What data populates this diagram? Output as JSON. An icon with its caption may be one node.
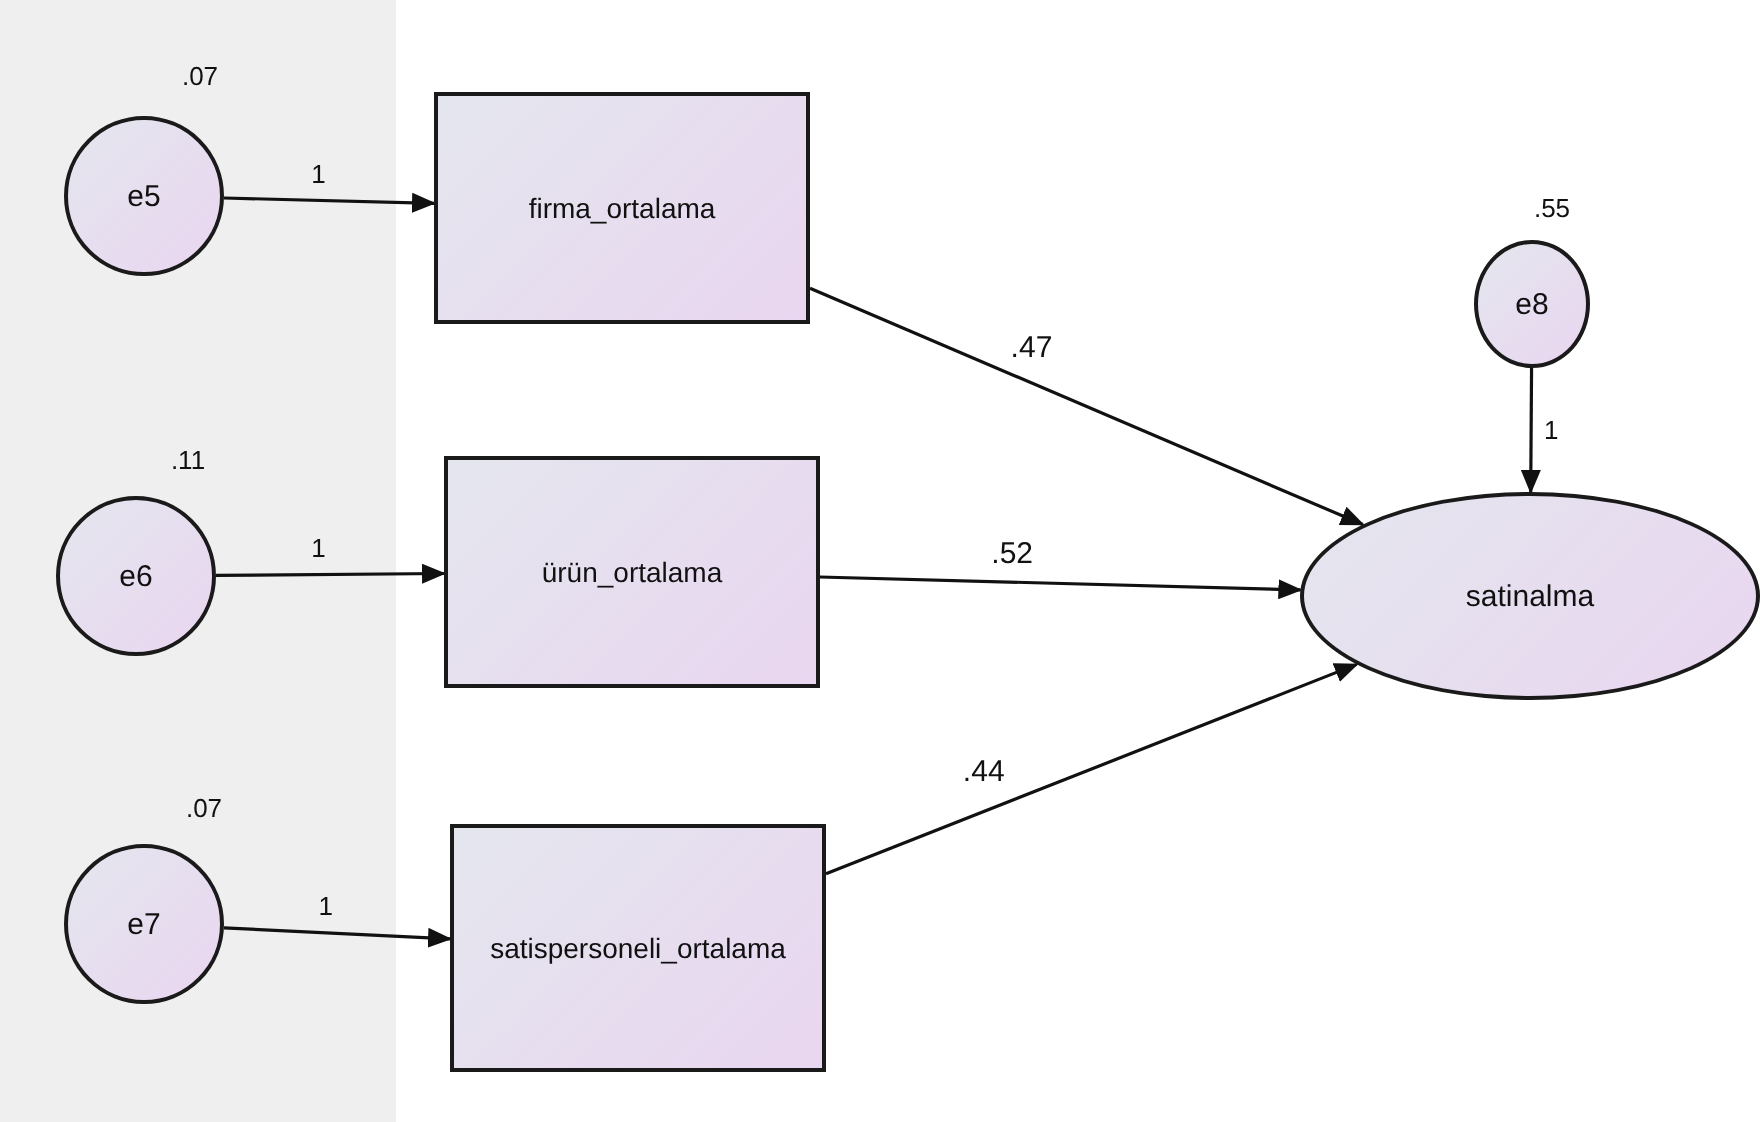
{
  "diagram": {
    "nodes": [
      {
        "text": [
          "e5"
        ],
        "beside": [
          ".07"
        ]
      },
      {
        "text": [
          "firma_ortalama"
        ]
      },
      {
        "text": [
          "e6"
        ],
        "beside": [
          ".11"
        ]
      },
      {
        "text": [
          "ürün_ortalama"
        ]
      },
      {
        "text": [
          "e7"
        ],
        "beside": [
          ".07"
        ]
      },
      {
        "text": [
          "satispersoneli_ortalama"
        ]
      },
      {
        "text": [
          "e8"
        ],
        "beside": [
          ".55"
        ]
      },
      {
        "text": [
          "satinalma"
        ]
      }
    ],
    "edges": [
      {
        "from": 0,
        "to": 1,
        "arrow": "to",
        "label": "1"
      },
      {
        "from": 2,
        "to": 3,
        "arrow": "to",
        "label": "1"
      },
      {
        "from": 4,
        "to": 5,
        "arrow": "to",
        "label": "1"
      },
      {
        "from": 1,
        "to": 7,
        "arrow": "to",
        "label": ".47"
      },
      {
        "from": 3,
        "to": 7,
        "arrow": "to",
        "label": ".52"
      },
      {
        "from": 5,
        "to": 7,
        "arrow": "to",
        "label": ".44"
      },
      {
        "from": 6,
        "to": 7,
        "arrow": "to",
        "label": "1"
      }
    ]
  }
}
